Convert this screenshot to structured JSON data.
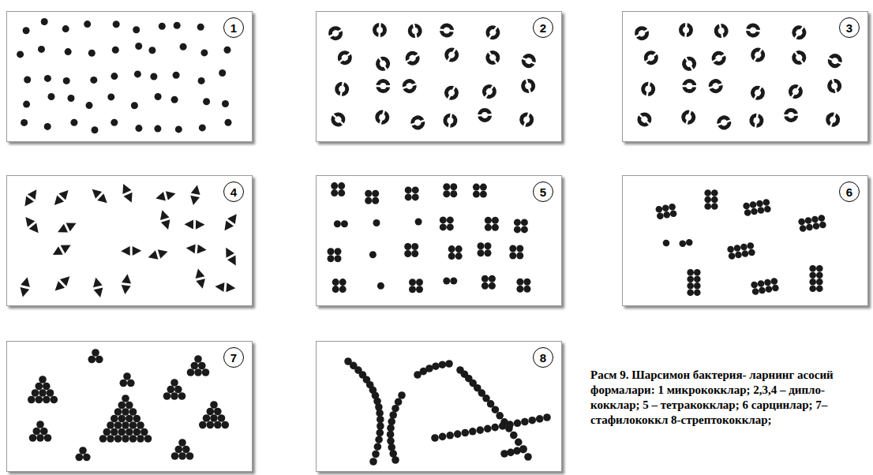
{
  "diagram": {
    "caption": "Расм 9. Шарсимон бактерия- ларнинг асосий формалари: 1 микрококклар; 2,3,4 – дипло- кокклар; 5 – тетракокклар; 6 сарцинлар; 7– стафилококкл 8-стрептококклар;",
    "nodes": [
      {
        "text": [
          "1"
        ]
      },
      {
        "text": [
          "2"
        ]
      },
      {
        "text": [
          "3"
        ]
      },
      {
        "text": [
          "4"
        ]
      },
      {
        "text": [
          "5"
        ]
      },
      {
        "text": [
          "6"
        ]
      },
      {
        "text": [
          "7"
        ]
      },
      {
        "text": [
          "8"
        ]
      }
    ]
  }
}
